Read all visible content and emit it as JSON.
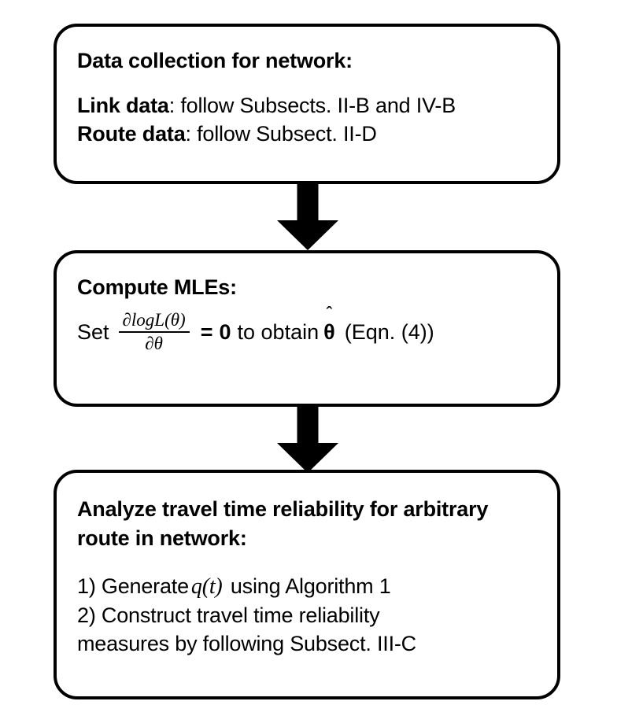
{
  "diagram": {
    "type": "flowchart",
    "orientation": "vertical",
    "background_color": "#ffffff",
    "stroke_color": "#000000",
    "nodes": [
      {
        "id": "data-collection",
        "title": "Data collection for network:",
        "lines": [
          {
            "label": "Link data",
            "text": ": follow Subsects. II-B and IV-B"
          },
          {
            "label": "Route data",
            "text": ": follow Subsect. II-D"
          }
        ]
      },
      {
        "id": "compute-mles",
        "title": "Compute MLEs:",
        "equation": {
          "lead": "Set",
          "fraction_numerator": "∂logL(θ)",
          "fraction_denominator": "∂θ",
          "relation": "=",
          "right_hand_side": "0",
          "tail": "to obtain",
          "estimator": "θ",
          "estimator_accent": "hat",
          "reference": "(Eqn. (4))",
          "plain_text": "Set ∂logL(θ)/∂θ = 0 to obtain θ̂ (Eqn. (4))"
        }
      },
      {
        "id": "analyze-reliability",
        "title": "Analyze travel time reliability for arbitrary route in network:",
        "steps": [
          {
            "number": "1)",
            "before_math": "Generate",
            "math": "q(t)",
            "after_math": "using Algorithm 1"
          },
          {
            "number": "2)",
            "text_line_1": "Construct travel time reliability",
            "text_line_2": "measures by following Subsect. III-C"
          }
        ]
      }
    ],
    "connectors": [
      {
        "id": "arrow-1",
        "from": "data-collection",
        "to": "compute-mles",
        "direction": "down",
        "style": "block-arrow"
      },
      {
        "id": "arrow-2",
        "from": "compute-mles",
        "to": "analyze-reliability",
        "direction": "down",
        "style": "block-arrow"
      }
    ]
  }
}
